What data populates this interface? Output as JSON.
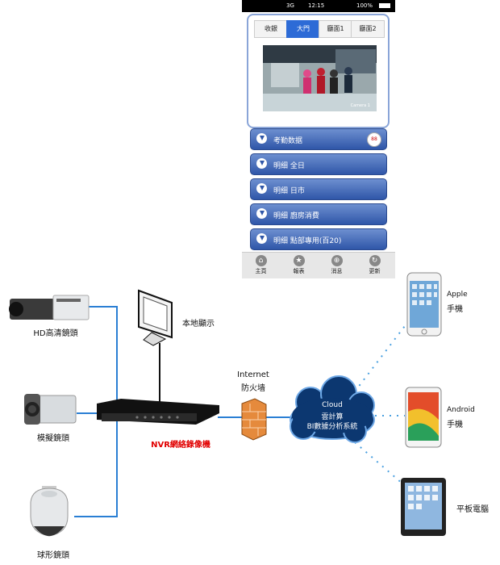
{
  "phone_app": {
    "status": {
      "network": "3G",
      "time": "12:15",
      "battery": "100%"
    },
    "tabs": [
      {
        "label": "收銀",
        "active": false
      },
      {
        "label": "大門",
        "active": true
      },
      {
        "label": "廳面1",
        "active": false
      },
      {
        "label": "廳面2",
        "active": false
      }
    ],
    "camera_caption": "Camera 1",
    "accordion": [
      {
        "label": "考勤数据",
        "badge": "88"
      },
      {
        "label": "明细 全日"
      },
      {
        "label": "明细 日市"
      },
      {
        "label": "明细 廚房消費"
      },
      {
        "label": "明细 點部專用(百20)"
      }
    ],
    "bottom_nav": [
      {
        "label": "主頁",
        "icon": "home-icon"
      },
      {
        "label": "報表",
        "icon": "report-icon"
      },
      {
        "label": "消息",
        "icon": "message-icon"
      },
      {
        "label": "更新",
        "icon": "refresh-icon"
      }
    ]
  },
  "diagram": {
    "hd_camera": "HD高清鏡頭",
    "analog_camera": "模擬鏡頭",
    "dome_camera": "球形鏡頭",
    "local_display": "本地顯示",
    "nvr": "NVR網絡錄像機",
    "firewall_line1": "Internet",
    "firewall_line2": "防火墙",
    "cloud_line1": "Cloud",
    "cloud_line2": "雲計算",
    "cloud_line3": "BI數據分析系統",
    "apple_line1": "Apple",
    "apple_line2": "手機",
    "android_line1": "Android",
    "android_line2": "手機",
    "tablet": "平板電腦",
    "colors": {
      "line": "#2a7fd4",
      "nvr_label": "#e10000",
      "dotted": "#4aa0e0"
    }
  }
}
